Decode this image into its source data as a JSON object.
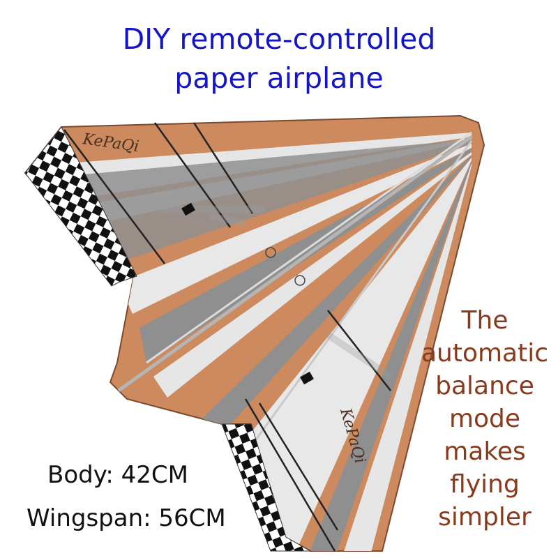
{
  "title": {
    "line1": "DIY remote-controlled",
    "line2": "paper airplane"
  },
  "brand": {
    "logo_text": "KePaQi"
  },
  "specs": {
    "body": "Body: 42CM",
    "wingspan": "Wingspan: 56CM"
  },
  "feature": {
    "lines": [
      "The",
      "automatic",
      "balance",
      "mode",
      "makes",
      "flying",
      "simpler"
    ]
  },
  "colors": {
    "title": "#1515c8",
    "feature_text": "#8a3a1c",
    "wing_orange": "#cc8a5e",
    "stripe_white": "#e6e6e6",
    "stripe_gray": "#8f8f8f"
  },
  "icons": {
    "wing_tip_pattern": "checkerboard"
  }
}
